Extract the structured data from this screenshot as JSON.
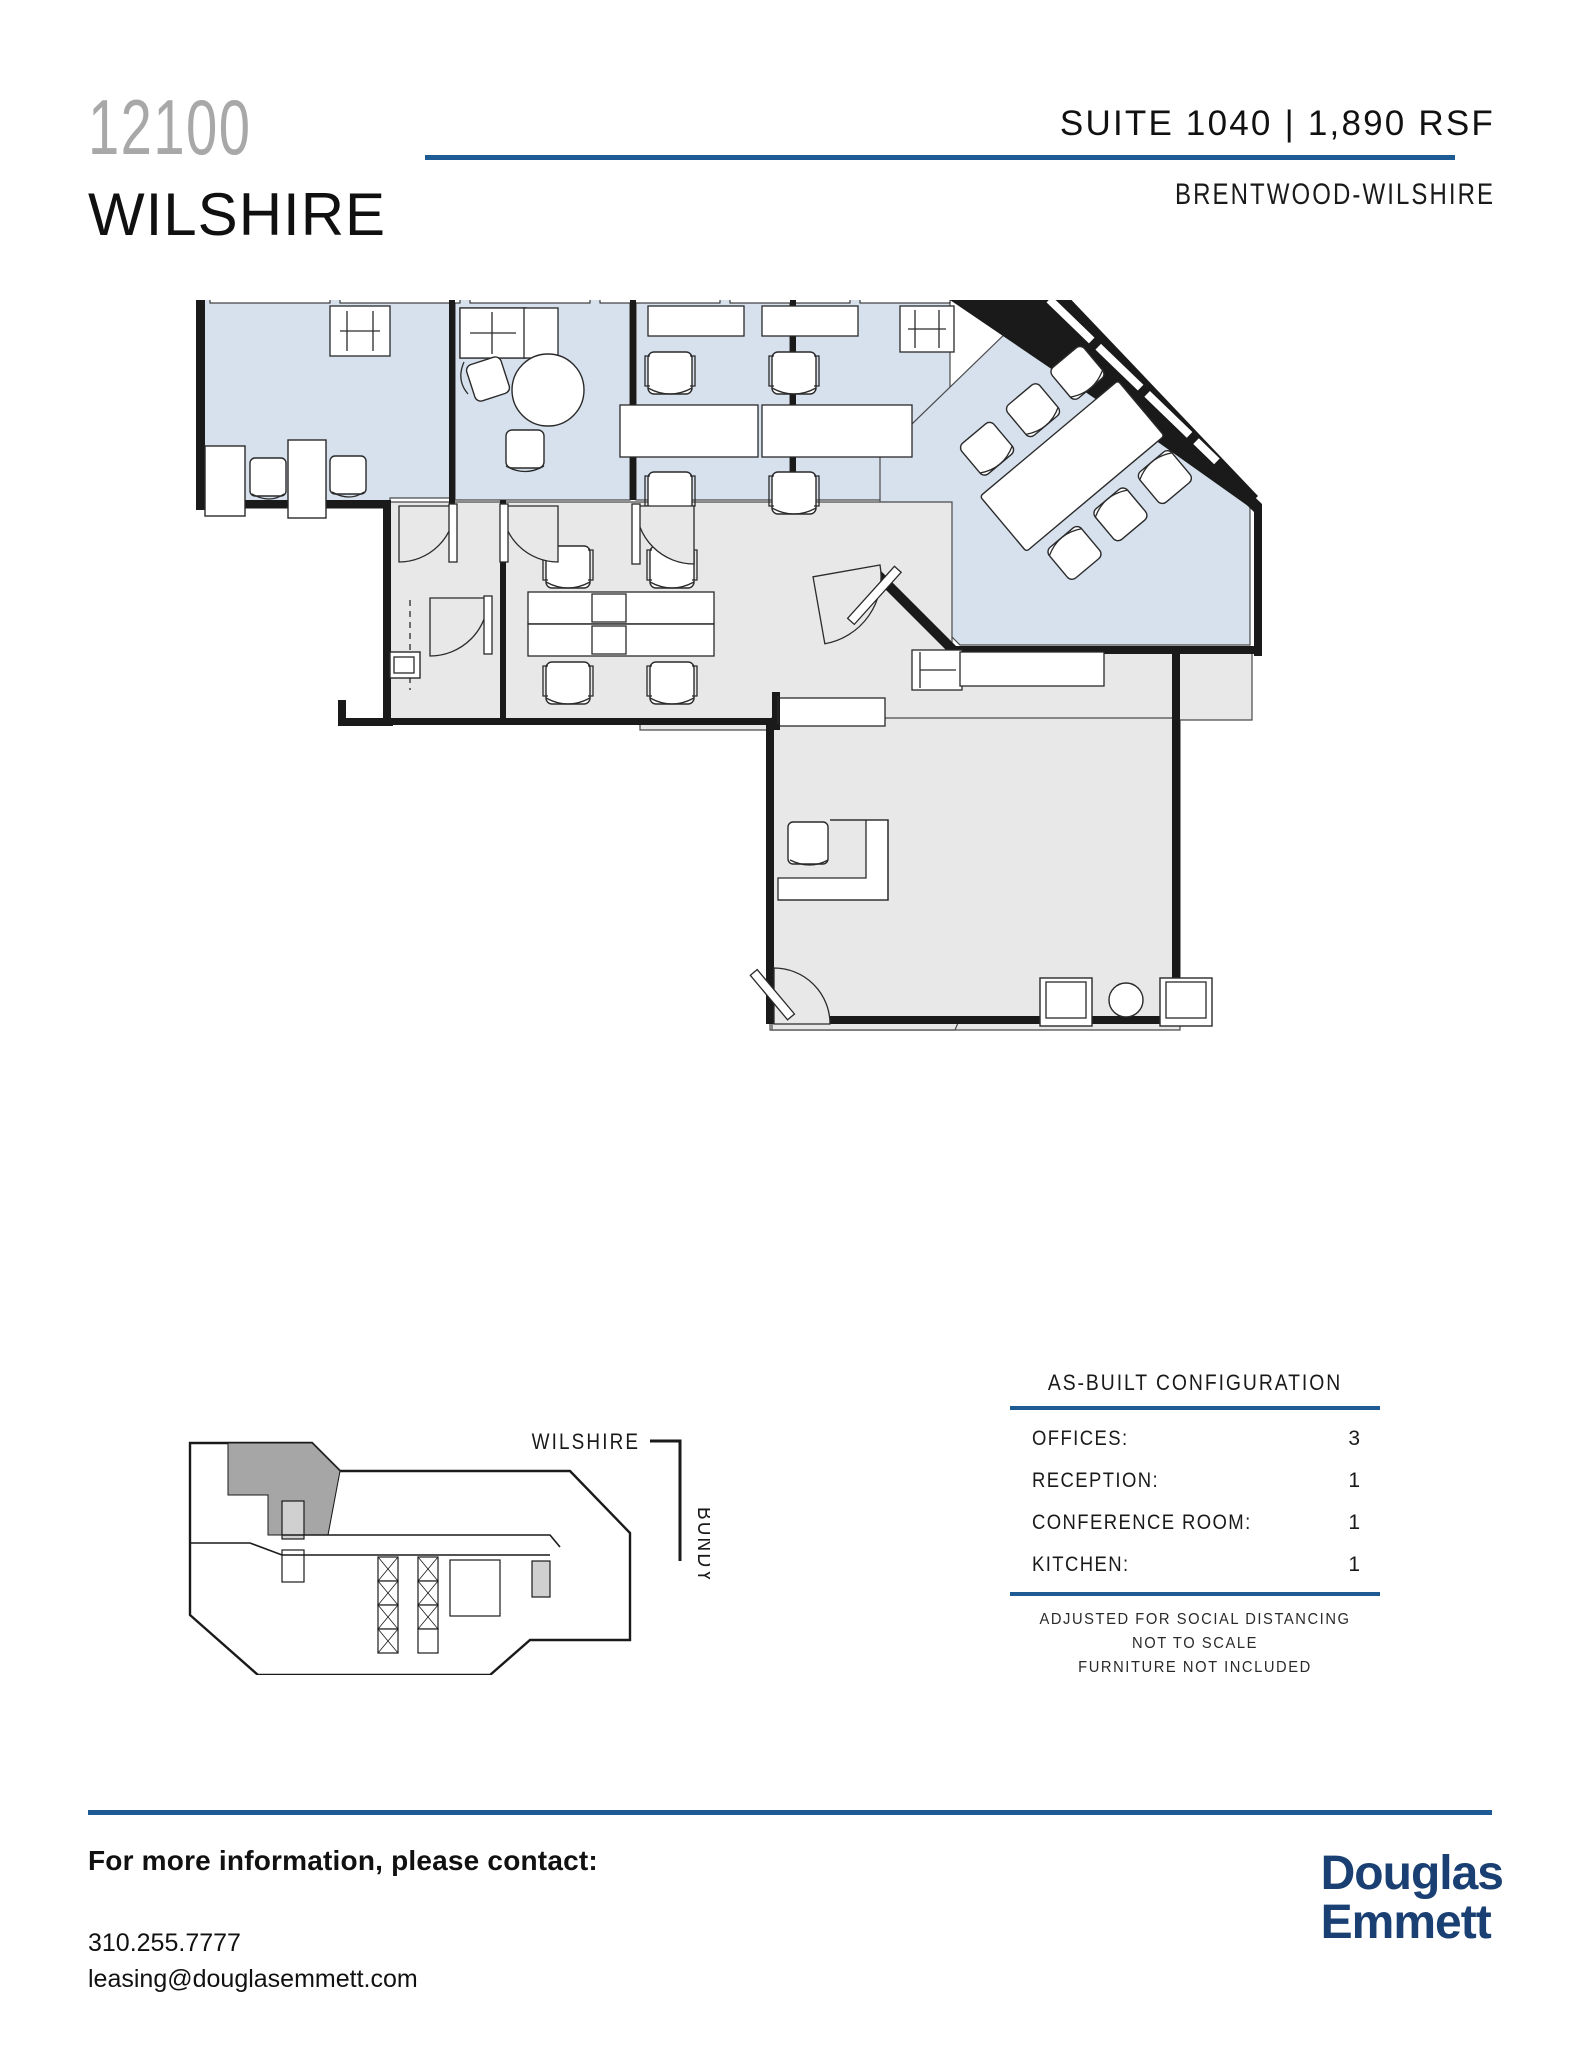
{
  "header": {
    "building_number": "12100",
    "building_name": "WILSHIRE",
    "suite": "SUITE 1040",
    "separator": "|",
    "rsf": "1,890 RSF",
    "submarket": "BRENTWOOD-WILSHIRE",
    "accent_color": "#1e5a93"
  },
  "floorplan": {
    "room_fill": "#d7e1ee",
    "corridor_fill": "#e8e8e8",
    "wall_color": "#1a1a1a",
    "furniture_fill": "#ffffff"
  },
  "keyplan": {
    "street_top": "WILSHIRE",
    "street_right": "BUNDY",
    "highlight_color": "#a6a6a6"
  },
  "config": {
    "title": "AS-BUILT CONFIGURATION",
    "rows": [
      {
        "label": "OFFICES:",
        "value": "3"
      },
      {
        "label": "RECEPTION:",
        "value": "1"
      },
      {
        "label": "CONFERENCE ROOM:",
        "value": "1"
      },
      {
        "label": "KITCHEN:",
        "value": "1"
      }
    ],
    "notes": [
      "ADJUSTED FOR SOCIAL DISTANCING",
      "NOT TO SCALE",
      "FURNITURE NOT INCLUDED"
    ]
  },
  "footer": {
    "contact_title": "For more information, please contact:",
    "phone": "310.255.7777",
    "email": "leasing@douglasemmett.com",
    "logo_line1": "Douglas",
    "logo_line2": "Emmett",
    "logo_color": "#1a3f72"
  }
}
